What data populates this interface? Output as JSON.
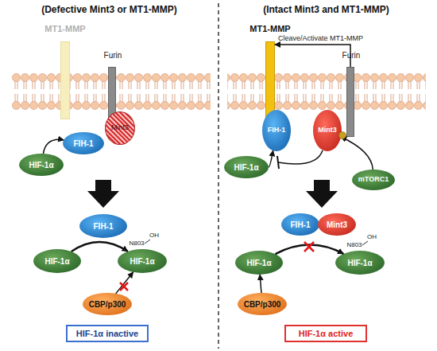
{
  "diagram": {
    "nodes": [
      {
        "text": [
          "MT1-MMP"
        ]
      },
      {
        "text": [
          "Furin"
        ]
      },
      {
        "text": [
          "Mint3"
        ]
      },
      {
        "text": [
          "FIH-1"
        ]
      },
      {
        "text": [
          "HIF-1α"
        ]
      },
      {
        "text": [
          "FIH-1"
        ]
      },
      {
        "text": [
          "HIF-1α"
        ]
      },
      {
        "text": [
          "N803",
          "OH",
          "HIF-1α"
        ]
      },
      {
        "text": [
          "CBP/p300"
        ]
      },
      {
        "text": [
          "HIF-1α inactive"
        ]
      },
      {
        "text": [
          "MT1-MMP"
        ]
      },
      {
        "text": [
          "Furin"
        ]
      },
      {
        "text": [
          "FIH-1"
        ]
      },
      {
        "text": [
          "Mint3"
        ]
      },
      {
        "text": [
          "mTORC1"
        ]
      },
      {
        "text": [
          "HIF-1α"
        ]
      },
      {
        "text": [
          "FIH-1"
        ]
      },
      {
        "text": [
          "Mint3"
        ]
      },
      {
        "text": [
          "HIF-1α"
        ]
      },
      {
        "text": [
          "N803",
          "OH",
          "HIF-1α"
        ]
      },
      {
        "text": [
          "CBP/p300"
        ]
      },
      {
        "text": [
          "HIF-1α active"
        ]
      }
    ],
    "edges": [
      {
        "from": 4,
        "to": 3,
        "arrow": "to"
      },
      {
        "from": 6,
        "to": 7,
        "arrow": "to"
      },
      {
        "from": 8,
        "to": 7,
        "arrow": "to"
      },
      {
        "from": 11,
        "to": 10,
        "label": "Cleave/Activate MT1-MMP",
        "arrow": "to"
      },
      {
        "from": 14,
        "to": 13,
        "arrow": "to"
      },
      {
        "from": 15,
        "to": 12,
        "arrow": "to"
      },
      {
        "from": 18,
        "to": 19,
        "arrow": "to"
      },
      {
        "from": 20,
        "to": 18,
        "arrow": "to"
      }
    ],
    "labels": [
      "(Defective Mint3 or MT1-MMP)",
      "(Intact Mint3 and MT1-MMP)"
    ]
  }
}
